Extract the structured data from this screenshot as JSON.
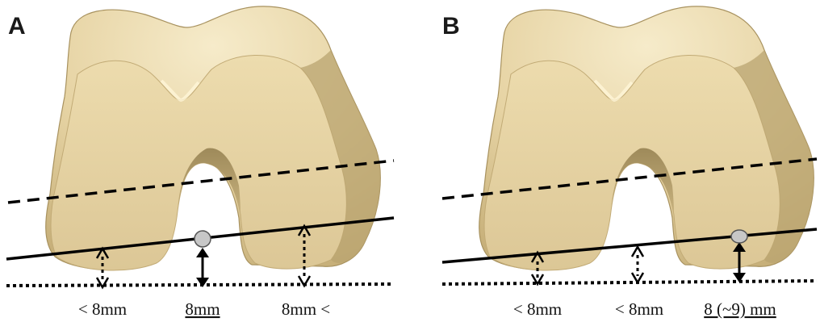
{
  "colors": {
    "bone_light": "#efe0b6",
    "bone_mid": "#ddc995",
    "bone_dark": "#b49e6a",
    "bone_shadow": "#8f7b4f",
    "line": "#000000",
    "marker_fill": "#c7c7c7",
    "marker_stroke": "#555555"
  },
  "panels": [
    {
      "label": "A",
      "measurements": [
        {
          "text": "< 8mm",
          "underline": false,
          "arrow": "dotted"
        },
        {
          "text": "8mm",
          "underline": true,
          "arrow": "solid"
        },
        {
          "text": "8mm <",
          "underline": false,
          "arrow": "dotted"
        }
      ]
    },
    {
      "label": "B",
      "measurements": [
        {
          "text": "< 8mm",
          "underline": false,
          "arrow": "dotted"
        },
        {
          "text": "< 8mm",
          "underline": false,
          "arrow": "dotted"
        },
        {
          "text": "8 (~9) mm",
          "underline": true,
          "arrow": "solid"
        }
      ]
    }
  ]
}
